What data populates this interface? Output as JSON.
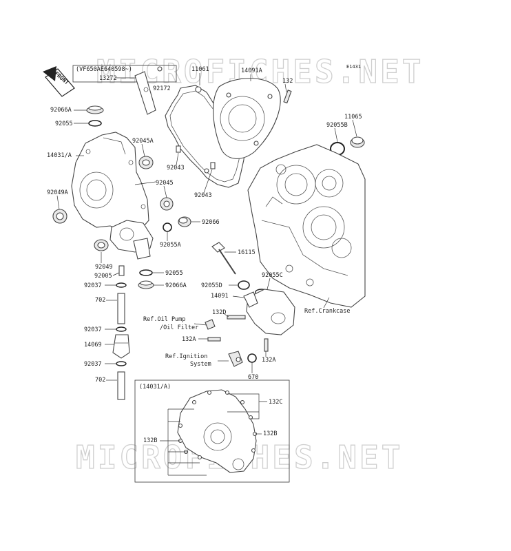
{
  "diagram_code": "E1431",
  "watermark": "MICROFICHES.NET",
  "front_label": "FRONT",
  "header_note": "(VF650AE640598~)",
  "inset_label": "(14031/A)",
  "labels": {
    "p13272": "13272",
    "p92172": "92172",
    "p11061": "11061",
    "p14091A": "14091A",
    "p132top": "132",
    "p11065": "11065",
    "p92055B": "92055B",
    "p92066A_top": "92066A",
    "p92055_top": "92055",
    "p14031A": "14031/A",
    "p92045A": "92045A",
    "p92043a": "92043",
    "p92043b": "92043",
    "p92049A": "92049A",
    "p92045": "92045",
    "p92066": "92066",
    "p92055A": "92055A",
    "p16115": "16115",
    "p92049": "92049",
    "p92055_mid": "92055",
    "p92005": "92005",
    "p92037a": "92037",
    "p92066A_mid": "92066A",
    "p92055D": "92055D",
    "p92055C": "92055C",
    "p14091": "14091",
    "p702a": "702",
    "p132D": "132D",
    "pRefOilPump": "Ref.Oil Pump",
    "pRefOilFilter": "/Oil Filter",
    "pRefCrankcase": "Ref.Crankcase",
    "p92037b": "92037",
    "p14069": "14069",
    "p132A_left": "132A",
    "pRefIgnition1": "Ref.Ignition",
    "pRefIgnition2": "System",
    "p132A_right": "132A",
    "p92037c": "92037",
    "p670": "670",
    "p702b": "702",
    "p132C": "132C",
    "p132B_left": "132B",
    "p132B_right": "132B"
  }
}
